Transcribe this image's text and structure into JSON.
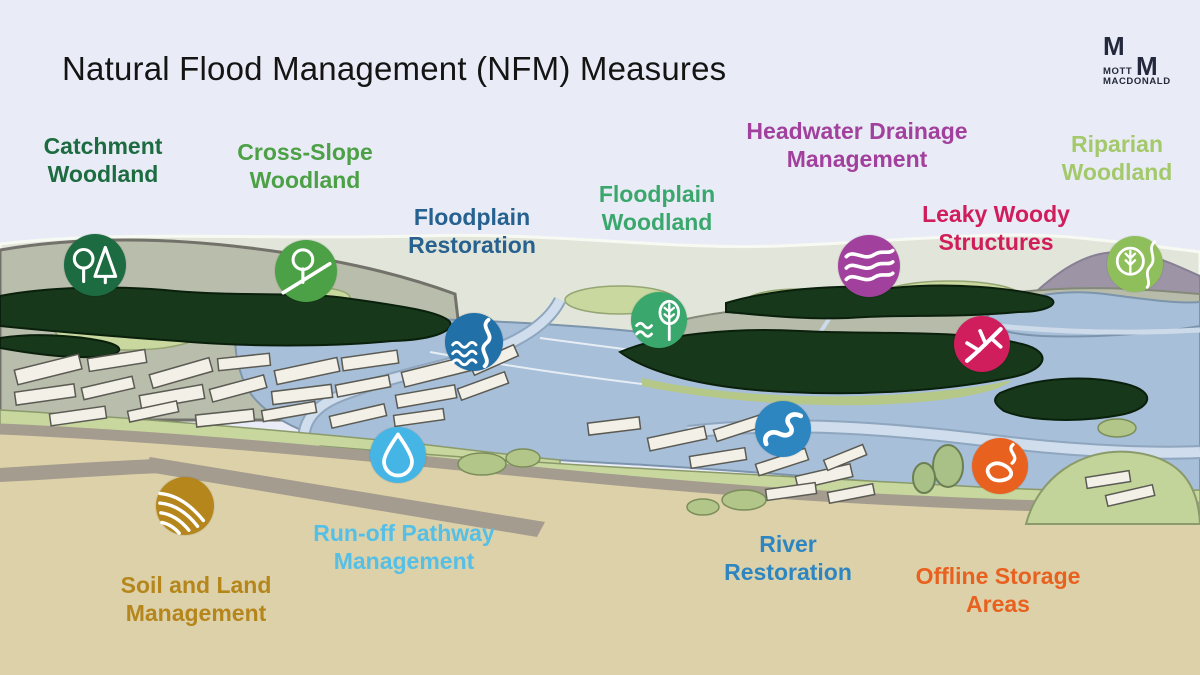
{
  "title": "Natural Flood Management (NFM) Measures",
  "logo": {
    "monogram_top": "M",
    "monogram_bottom": "M",
    "line1": "MOTT",
    "line2": "MACDONALD"
  },
  "colors": {
    "sky": "#e9ecf6",
    "sand": "#ddd1a9",
    "water": "#a7bfd8",
    "title_text": "#141414"
  },
  "measures": [
    {
      "id": "catchment-woodland",
      "label": "Catchment\nWoodland",
      "color": "#1d6b40",
      "icon": "trees-icon"
    },
    {
      "id": "cross-slope-woodland",
      "label": "Cross-Slope\nWoodland",
      "color": "#4ca045",
      "icon": "tree-on-slope-icon"
    },
    {
      "id": "floodplain-restoration",
      "label": "Floodplain\nRestoration",
      "color": "#26618f",
      "icon": "waves-river-icon",
      "icon_color": "#2270a8"
    },
    {
      "id": "floodplain-woodland",
      "label": "Floodplain\nWoodland",
      "color": "#3aa76d",
      "icon": "waves-tree-icon"
    },
    {
      "id": "headwater-drainage-management",
      "label": "Headwater Drainage\nManagement",
      "color": "#a2419d",
      "icon": "contour-waves-icon"
    },
    {
      "id": "riparian-woodland",
      "label": "Riparian\nWoodland",
      "color": "#a3c96b",
      "icon": "tree-circle-river-icon",
      "icon_color": "#8fbf5a"
    },
    {
      "id": "leaky-woody-structures",
      "label": "Leaky Woody\nStructures",
      "color": "#d01d5c",
      "icon": "woody-branch-icon"
    },
    {
      "id": "run-off-pathway-management",
      "label": "Run-off Pathway\nManagement",
      "color": "#55bfe5",
      "icon": "droplet-icon",
      "icon_color": "#45b5e5"
    },
    {
      "id": "soil-and-land-management",
      "label": "Soil and Land\nManagement",
      "color": "#b5861c",
      "icon": "field-furrows-icon"
    },
    {
      "id": "river-restoration",
      "label": "River\nRestoration",
      "color": "#2e86c1",
      "icon": "meander-icon"
    },
    {
      "id": "offline-storage-areas",
      "label": "Offline Storage\nAreas",
      "color": "#e8611f",
      "icon": "storage-pond-icon"
    }
  ]
}
